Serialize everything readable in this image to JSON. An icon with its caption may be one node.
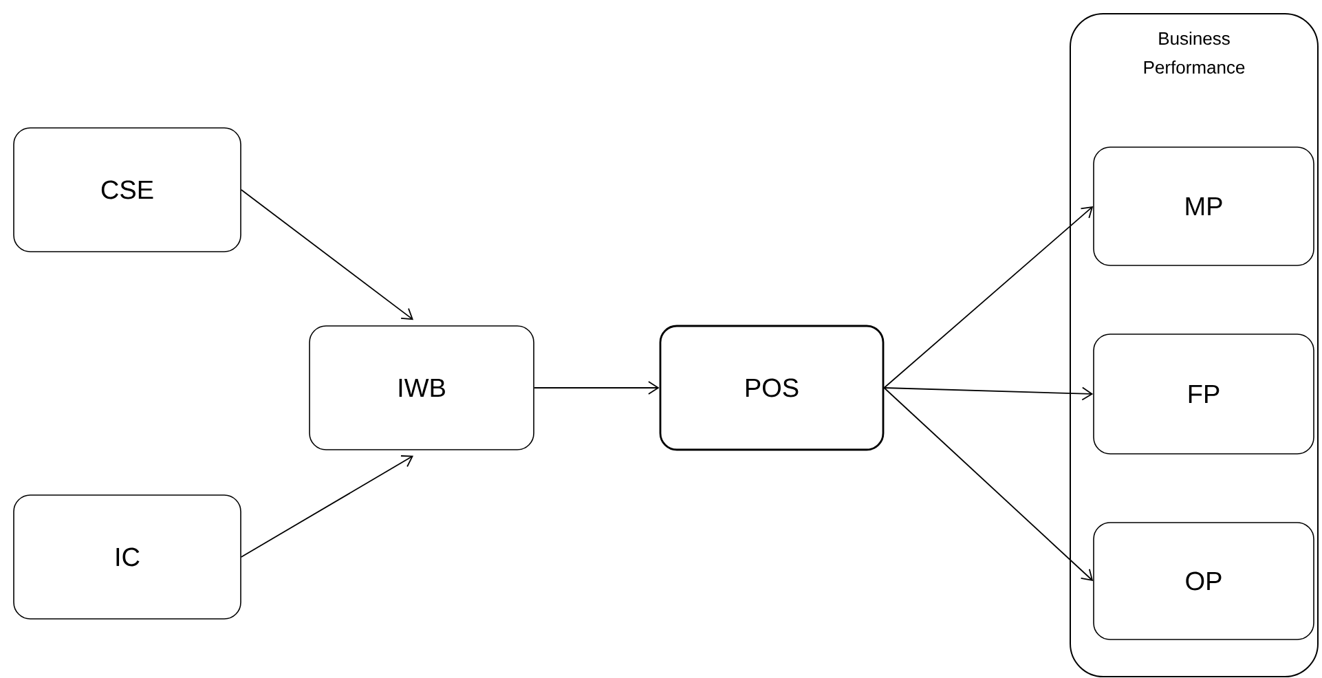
{
  "diagram": {
    "nodes": [
      {
        "text": [
          "CSE"
        ]
      },
      {
        "text": [
          "IC"
        ]
      },
      {
        "text": [
          "IWB"
        ]
      },
      {
        "text": [
          "POS"
        ]
      },
      {
        "text": [
          "Business Performance"
        ]
      },
      {
        "text": [
          "MP"
        ],
        "in": 4
      },
      {
        "text": [
          "FP"
        ],
        "in": 4
      },
      {
        "text": [
          "OP"
        ],
        "in": 4
      }
    ],
    "edges": [
      {
        "from": 0,
        "to": 2,
        "arrow": "to"
      },
      {
        "from": 1,
        "to": 2,
        "arrow": "to"
      },
      {
        "from": 2,
        "to": 3,
        "arrow": "to"
      },
      {
        "from": 3,
        "to": 5,
        "arrow": "to"
      },
      {
        "from": 3,
        "to": 6,
        "arrow": "to"
      },
      {
        "from": 3,
        "to": 7,
        "arrow": "to"
      }
    ]
  }
}
